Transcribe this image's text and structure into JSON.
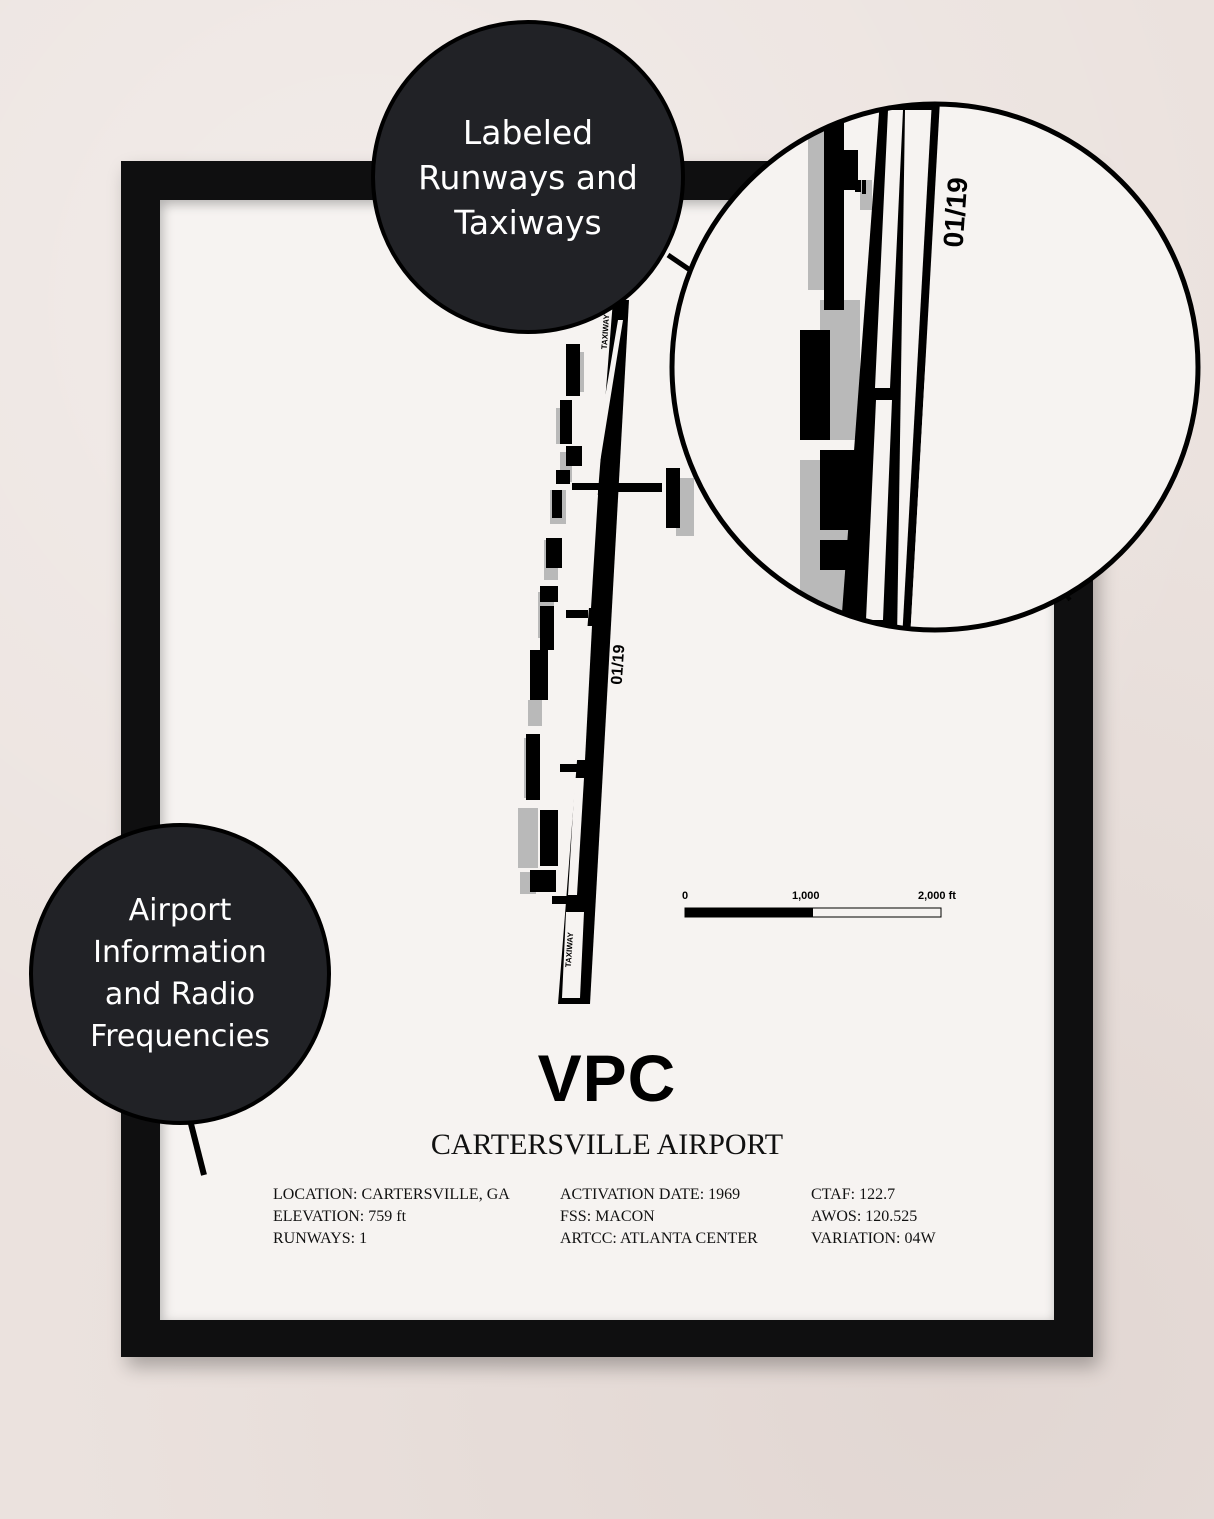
{
  "callouts": {
    "top": [
      "Labeled",
      "Runways and",
      "Taxiways"
    ],
    "left": [
      "Airport",
      "Information",
      "and Radio",
      "Frequencies"
    ]
  },
  "map": {
    "runway_label": "01/19",
    "taxiway_label_top": "TAXIWAY",
    "taxiway_label_bottom": "TAXIWAY",
    "zoom_runway_label": "01/19"
  },
  "scale_bar": {
    "label_0": "0",
    "label_1": "1,000",
    "label_2": "2,000 ft"
  },
  "poster": {
    "code": "VPC",
    "name": "CARTERSVILLE AIRPORT",
    "info": {
      "col1": [
        "LOCATION: CARTERSVILLE, GA",
        "ELEVATION: 759 ft",
        "RUNWAYS: 1"
      ],
      "col2": [
        "ACTIVATION DATE: 1969",
        "FSS: MACON",
        "ARTCC: ATLANTA CENTER"
      ],
      "col3": [
        "CTAF: 122.7",
        "AWOS: 120.525",
        "VARIATION: 04W"
      ]
    }
  },
  "colors": {
    "frame": "#0f0f10",
    "bubble": "#212226",
    "paper": "#f6f3f1",
    "wall": "#ebe2de"
  }
}
